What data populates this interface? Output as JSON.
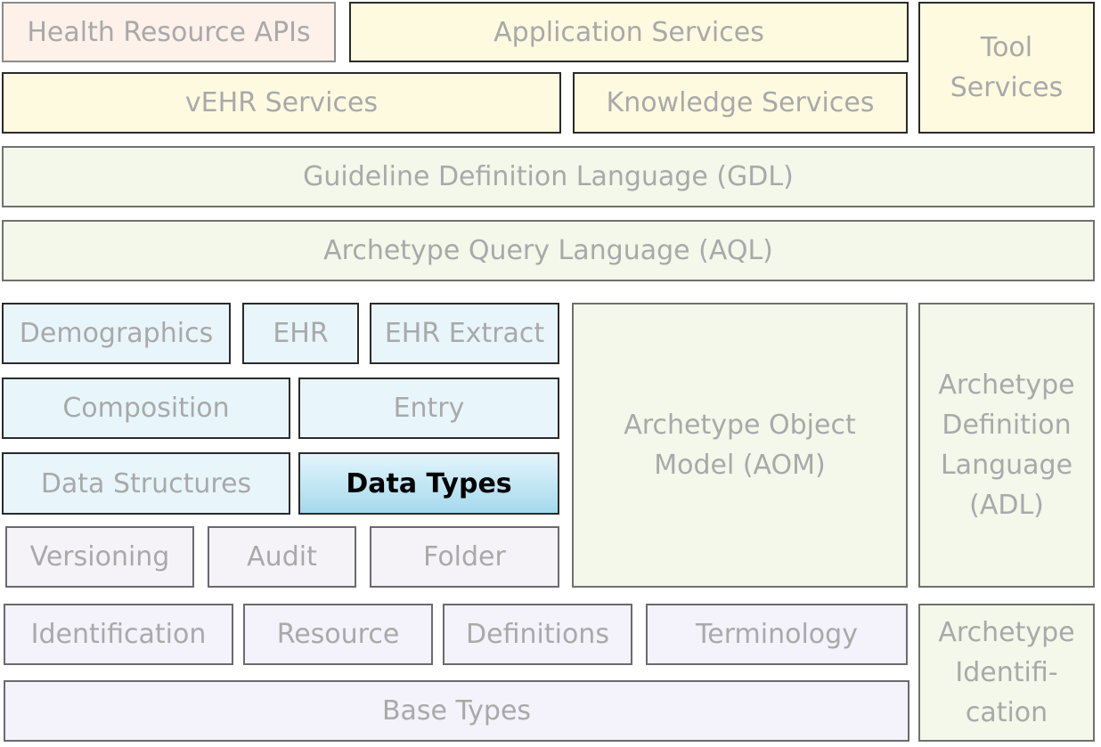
{
  "components": {
    "health_resource_apis": "Health Resource APIs",
    "application_services": "Application Services",
    "tool_services": "Tool\nServices",
    "vehr_services": "vEHR Services",
    "knowledge_services": "Knowledge Services",
    "gdl": "Guideline Definition Language (GDL)",
    "aql": "Archetype Query Language (AQL)",
    "demographics": "Demographics",
    "ehr": "EHR",
    "ehr_extract": "EHR Extract",
    "composition": "Composition",
    "entry": "Entry",
    "data_structures": "Data Structures",
    "data_types": "Data Types",
    "versioning": "Versioning",
    "audit": "Audit",
    "folder": "Folder",
    "aom": "Archetype Object\nModel (AOM)",
    "adl": "Archetype\nDefinition\nLanguage\n(ADL)",
    "identification": "Identification",
    "resource": "Resource",
    "definitions": "Definitions",
    "terminology": "Terminology",
    "base_types": "Base Types",
    "archetype_identification": "Archetype\nIdentifi-\ncation"
  },
  "selected": "data_types",
  "colors": {
    "api_fill": "#fdf1ea",
    "service_fill": "#fdfae0",
    "language_fill": "#f3f8ea",
    "rm_fill": "#e8f6fc",
    "base_fill": "#f5f3f8",
    "selected_fill": "#a5d9ec",
    "dim_text": "#a9a9a9",
    "selected_text": "#000000"
  }
}
